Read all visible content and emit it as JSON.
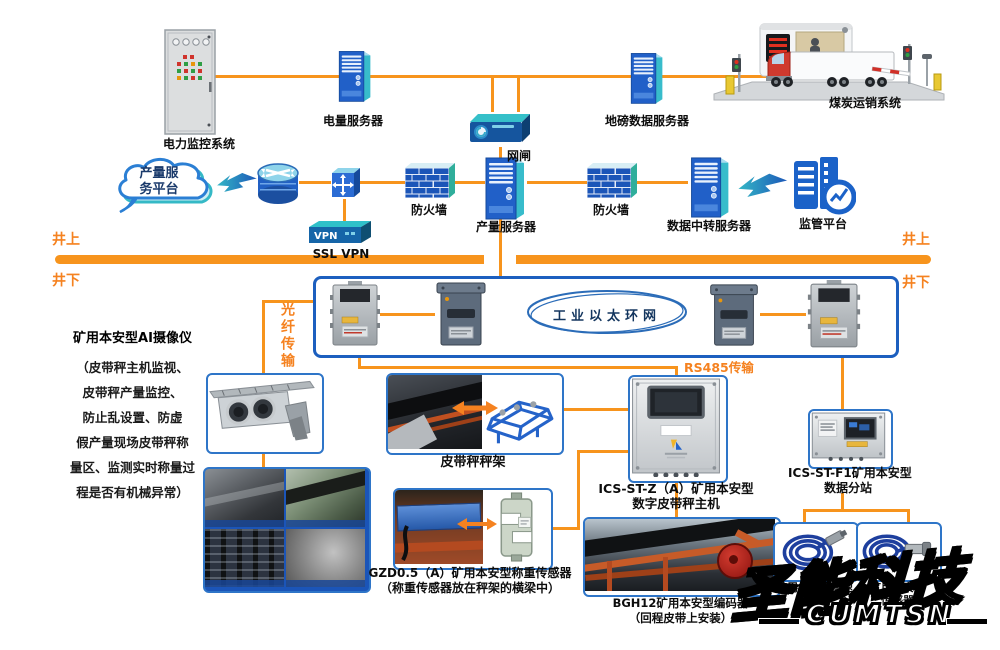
{
  "colors": {
    "line_orange": "#F7941D",
    "label_orange": "#F58220",
    "box_border_blue": "#2E75C8",
    "ring_box_blue": "#1C5FBF",
    "server_blue": "#2160C8",
    "watermark_white": "#FFFFFF"
  },
  "top_row": {
    "power_cabinet_label": "电力监控系统",
    "power_server_label": "电量服务器",
    "gatekeeper_label": "网闸",
    "weighbridge_server_label": "地磅数据服务器",
    "coal_sales_label": "煤炭运销系统"
  },
  "mid_row": {
    "cloud_line1": "产量服",
    "cloud_line2": "务平台",
    "firewall1_label": "防火墙",
    "production_server_label": "产量服务器",
    "firewall2_label": "防火墙",
    "relay_server_label": "数据中转服务器",
    "supervision_label": "监管平台",
    "vpn_device_label": "VPN",
    "vpn_label": "SSL VPN"
  },
  "surface_band": {
    "left_up": "井上",
    "left_down": "井下",
    "right_up": "井上",
    "right_down": "井下"
  },
  "ring_network": {
    "label": "工业以太环网"
  },
  "transmission": {
    "fiber": "光纤传输",
    "rs485": "RS485传输"
  },
  "ai_camera": {
    "title": "矿用本安型AI摄像仪",
    "lines": [
      "（皮带秤主机监视、",
      "皮带秤产量监控、",
      "防止乱设置、防虚",
      "假产量现场皮带秤称",
      "量区、监测实时称量过",
      "程是否有机械异常）"
    ]
  },
  "belt_frame": {
    "label": "皮带秤秤架"
  },
  "load_cell": {
    "line1": "GZD0.5（A）矿用本安型称重传感器",
    "line2": "（称重传感器放在秤架的横梁中）"
  },
  "host": {
    "line1": "ICS-ST-Z（A）矿用本安型",
    "line2": "数字皮带秤主机"
  },
  "encoder": {
    "line1": "BGH12矿用本安型编码器",
    "line2": "（回程皮带上安装）"
  },
  "substation": {
    "line1": "ICS-ST-F1矿用本安型",
    "line2": "数据分站"
  },
  "sensors": {
    "left_line1": "矿用本安型测速",
    "left_line2": "传感器",
    "right_line1": "矿用本安型",
    "right_line2": "传感器"
  },
  "watermark": {
    "cn": "圣能科技",
    "en": "CUMTSN"
  }
}
